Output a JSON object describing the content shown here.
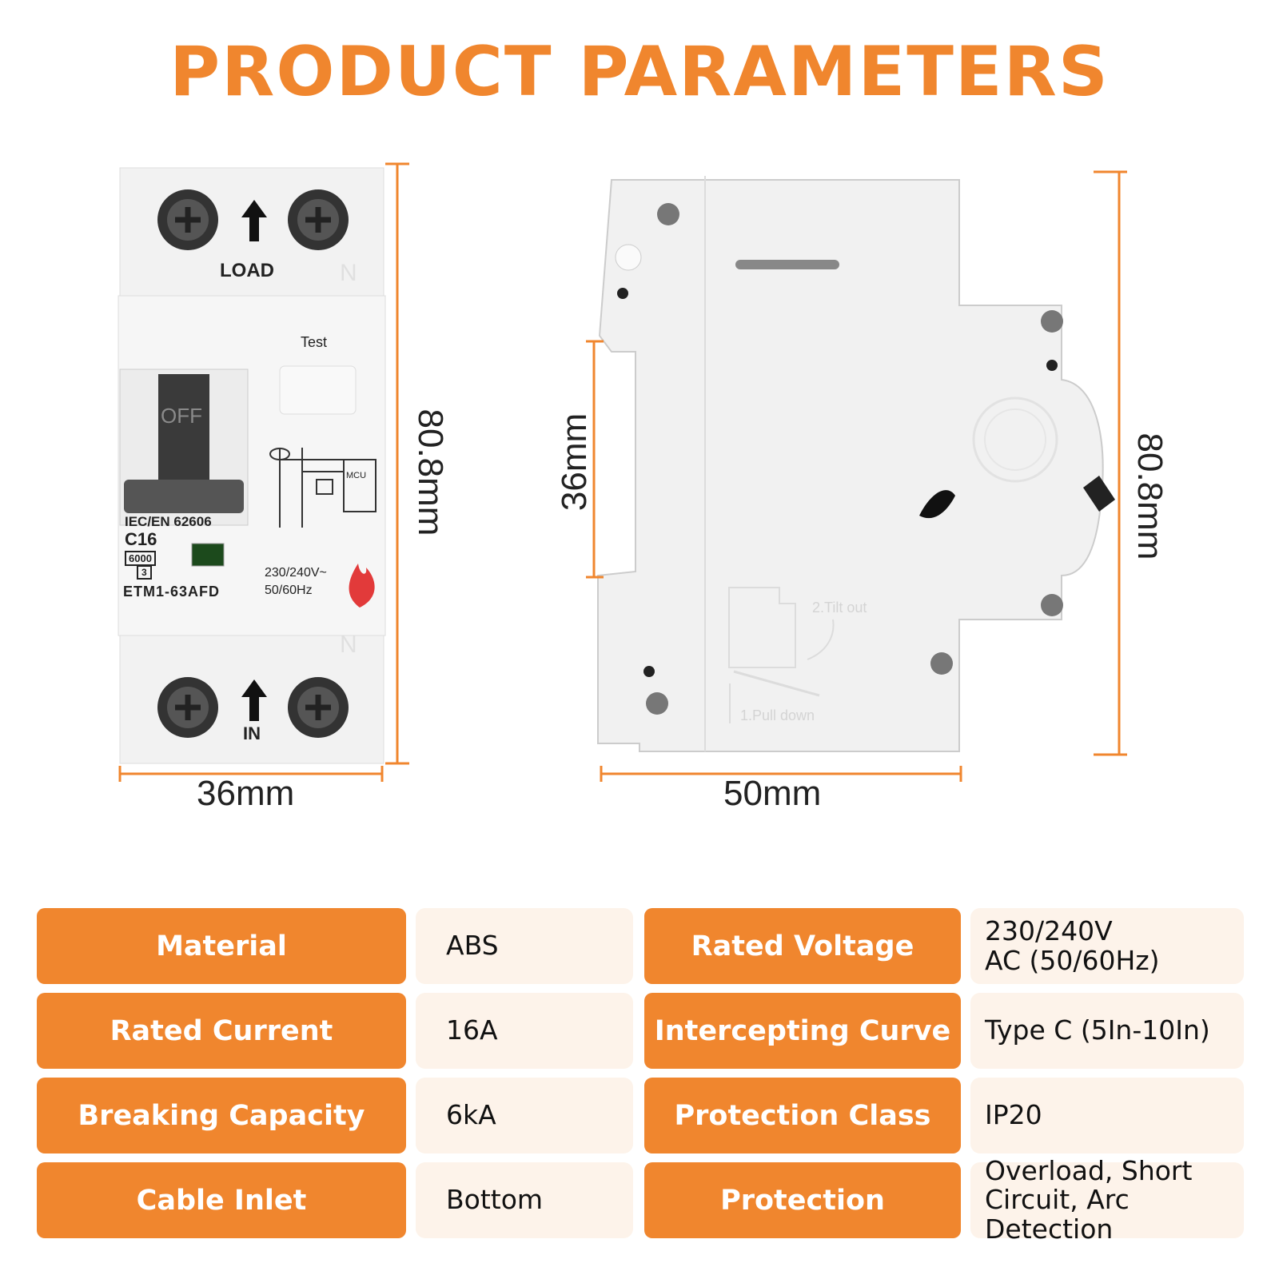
{
  "title": "PRODUCT PARAMETERS",
  "front_view": {
    "label_load": "LOAD",
    "label_in": "IN",
    "label_test": "Test",
    "label_off": "OFF",
    "label_standard": "IEC/EN 62606",
    "label_rating": "C16",
    "label_capacity": "6000",
    "label_class": "3",
    "label_model": "ETM1-63AFD",
    "label_voltage": "230/240V~",
    "label_freq": "50/60Hz",
    "label_mcu": "MCU",
    "label_n": "N",
    "width_dim": "36mm",
    "height_dim": "80.8mm"
  },
  "side_view": {
    "label_tilt": "2.Tilt out",
    "label_pull": "1.Pull down",
    "rail_dim": "36mm",
    "width_dim": "50mm",
    "height_dim": "80.8mm"
  },
  "colors": {
    "accent": "#f0862e",
    "value_bg": "#fdf3ea"
  },
  "params": [
    {
      "left_key": "Material",
      "left_value": "ABS",
      "right_key": "Rated Voltage",
      "right_value": "230/240V\nAC (50/60Hz)"
    },
    {
      "left_key": "Rated Current",
      "left_value": "16A",
      "right_key": "Intercepting Curve",
      "right_value": "Type C (5In-10In)"
    },
    {
      "left_key": "Breaking Capacity",
      "left_value": "6kA",
      "right_key": "Protection Class",
      "right_value": "IP20"
    },
    {
      "left_key": "Cable Inlet",
      "left_value": "Bottom",
      "right_key": "Protection",
      "right_value": "Overload, Short\nCircuit, Arc Detection"
    }
  ]
}
